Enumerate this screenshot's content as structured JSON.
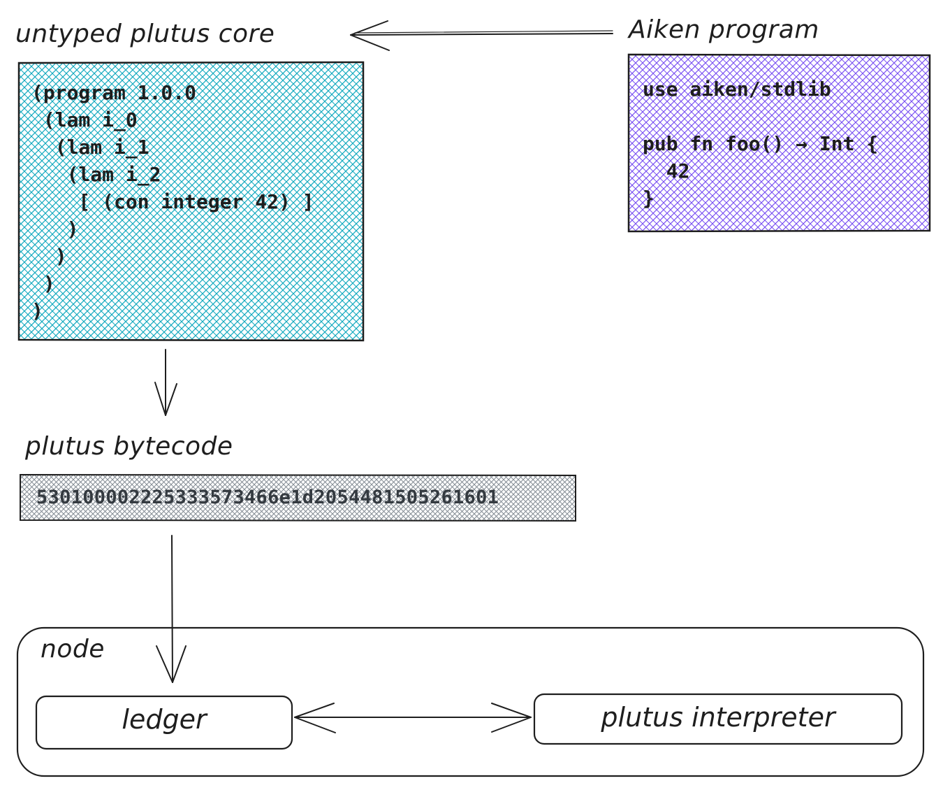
{
  "colors": {
    "uplc_fill": "#15aabf",
    "aiken_fill": "#7950f2",
    "bytecode_fill": "#868e96",
    "stroke": "#1e1e1e"
  },
  "uplc": {
    "title": "untyped plutus core",
    "code": "(program 1.0.0\n (lam i_0\n  (lam i_1\n   (lam i_2\n    [ (con integer 42) ]\n   )\n  )\n )\n)"
  },
  "aiken": {
    "title": "Aiken program",
    "code": "use aiken/stdlib\n\npub fn foo() → Int {\n  42\n}"
  },
  "bytecode": {
    "title": "plutus bytecode",
    "hex": "53010000222533357346​6e1d20544815052616​01"
  },
  "node": {
    "title": "node",
    "ledger_label": "ledger",
    "interpreter_label": "plutus interpreter"
  }
}
